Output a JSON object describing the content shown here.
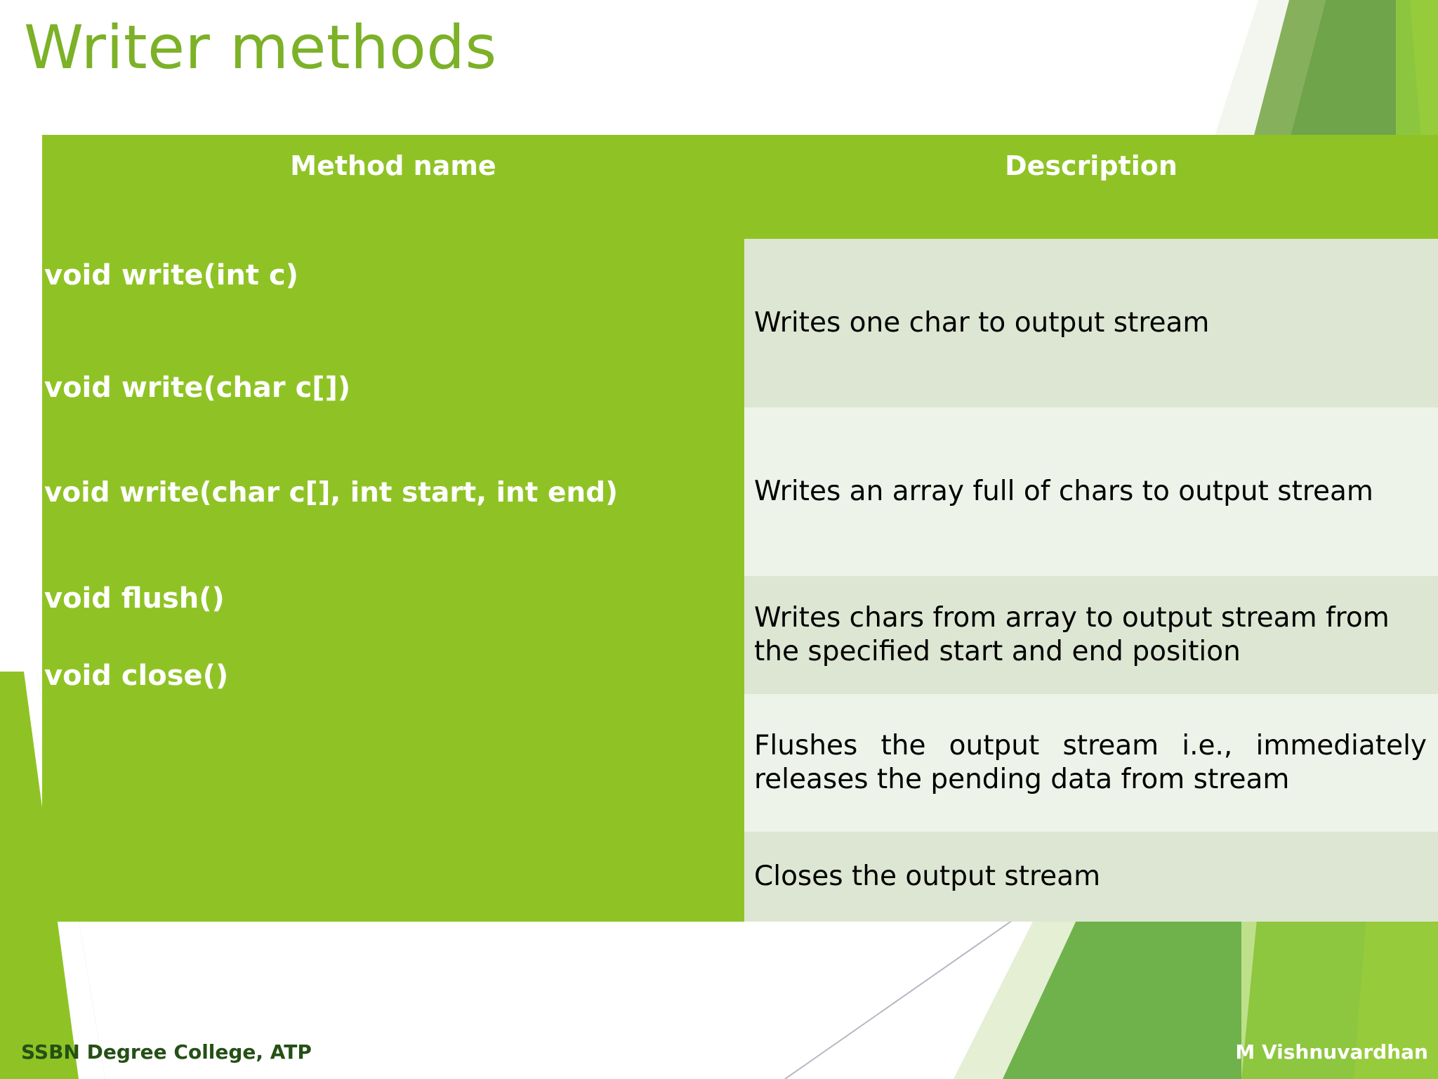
{
  "slide": {
    "title": "Writer methods"
  },
  "table": {
    "headers": {
      "method": "Method name",
      "description": "Description"
    },
    "rows": [
      {
        "method": "void    write(int c)",
        "description": "Writes one char to output stream"
      },
      {
        "method": "void     write(char c[])",
        "description": "Writes an array full of chars to output stream"
      },
      {
        "method": "void write(char c[], int start, int end)",
        "description": "Writes chars from array to output stream from the specified start and end position"
      },
      {
        "method": "void  flush()",
        "description": "Flushes the output stream i.e., immediately releases the pending data from stream"
      },
      {
        "method": "void close()",
        "description": "Closes the output stream"
      }
    ]
  },
  "footer": {
    "left": "SSBN Degree College, ATP",
    "right": "M Vishnuvardhan"
  },
  "colors": {
    "title_green": "#7cb128",
    "header_green": "#8fc325",
    "row_tint_dark": "#dde6d2",
    "row_tint_light": "#edf3e8",
    "footer_text_dark": "#255016",
    "footer_text_light": "#ffffff"
  }
}
